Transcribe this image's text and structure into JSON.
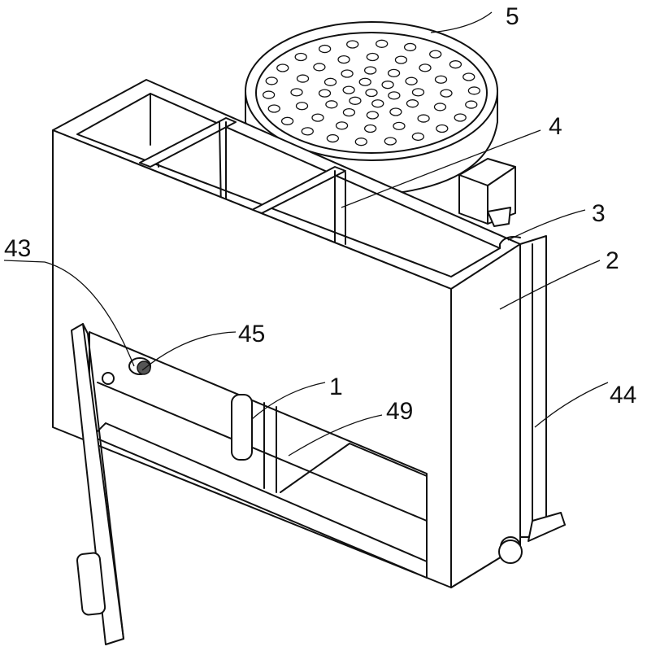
{
  "figure": {
    "labels": {
      "l5": "5",
      "l4": "4",
      "l3": "3",
      "l2": "2",
      "l43": "43",
      "l45": "45",
      "l1": "1",
      "l49": "49",
      "l44": "44"
    }
  }
}
